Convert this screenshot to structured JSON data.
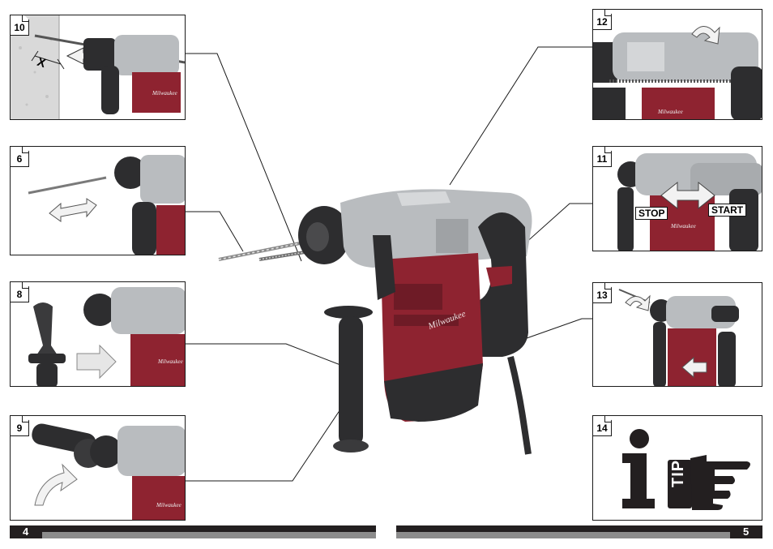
{
  "panels": [
    {
      "number": "10",
      "annotation": "X"
    },
    {
      "number": "6"
    },
    {
      "number": "8"
    },
    {
      "number": "9"
    },
    {
      "number": "12"
    },
    {
      "number": "11",
      "stop_label": "STOP",
      "start_label": "START"
    },
    {
      "number": "13"
    },
    {
      "number": "14",
      "tip_label": "TIP",
      "info_glyph": "info-icon",
      "hand_glyph": "pointing-hand-icon"
    }
  ],
  "brand_mark": "Milwaukee",
  "footer": {
    "left_page": "4",
    "right_page": "5"
  },
  "colors": {
    "tool_red": "#8e2330",
    "tool_silver": "#b9bcbf",
    "tool_dark": "#2d2d2f",
    "footer": "#231f20"
  }
}
